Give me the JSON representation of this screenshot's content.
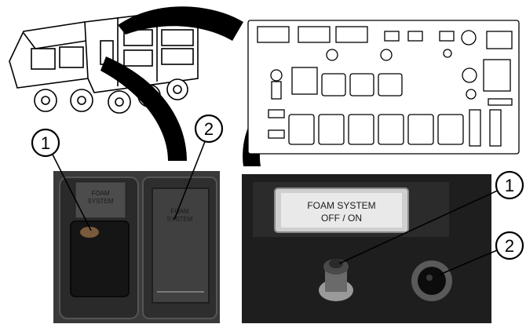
{
  "callouts": {
    "left_1": "1",
    "left_2": "2",
    "right_1": "1",
    "right_2": "2"
  },
  "left_photo": {
    "switch_1_label_line1": "FOAM",
    "switch_1_label_line2": "SYSTEM",
    "switch_2_label_line1": "FOAM",
    "switch_2_label_line2": "SYSTEM"
  },
  "right_photo": {
    "plate_line1": "FOAM SYSTEM",
    "plate_line2": "OFF / ON"
  },
  "colors": {
    "photo_bg_left": "#3a3a3a",
    "photo_bg_right": "#1e1e1e",
    "line_art": "#000000"
  }
}
